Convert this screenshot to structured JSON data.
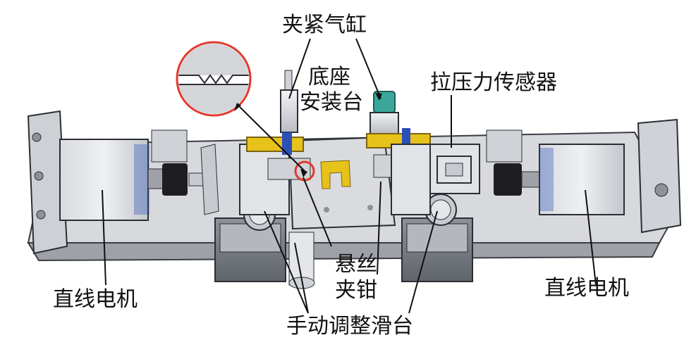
{
  "labels": {
    "clamp_cylinder": "夹紧气缸",
    "base_mount_line1": "底座",
    "base_mount_line2": "安装台",
    "tension_sensor": "拉压力传感器",
    "linear_motor_left": "直线电机",
    "linear_motor_right": "直线电机",
    "wire_clamp_line1": "悬丝",
    "wire_clamp_line2": "夹钳",
    "manual_slide": "手动调整滑台"
  },
  "colors": {
    "metal_light": "#e4e6ea",
    "metal_mid": "#c7cad0",
    "metal_dark": "#8d9198",
    "black_part": "#1e1e22",
    "yellow_part": "#e7c21a",
    "blue_part": "#2c4fb8",
    "teal_part": "#3aa79a",
    "highlight_circle": "#e03a2e",
    "leader_line": "#111111"
  },
  "icons": {
    "zoom_inset": "thread-detail-icon"
  }
}
